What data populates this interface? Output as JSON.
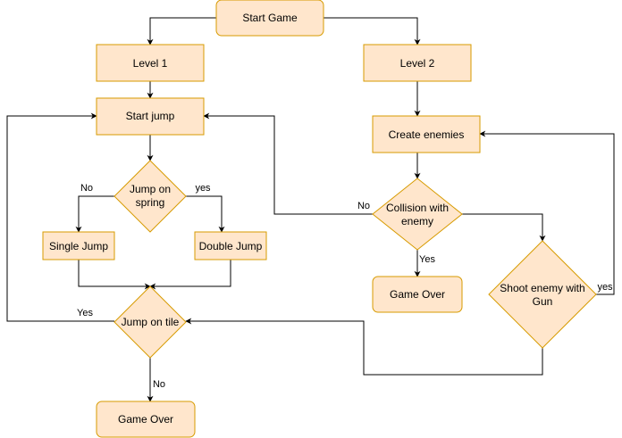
{
  "nodes": {
    "start_game": "Start Game",
    "level1": "Level 1",
    "level2": "Level 2",
    "start_jump": "Start jump",
    "create_enemies": "Create enemies",
    "jump_on_spring": [
      "Jump on",
      "spring"
    ],
    "collision": [
      "Collision with",
      "enemy"
    ],
    "single_jump": "Single Jump",
    "double_jump": "Double Jump",
    "game_over_right": "Game Over",
    "shoot_enemy": [
      "Shoot enemy with",
      "Gun"
    ],
    "jump_on_tile": "Jump on tile",
    "game_over_left": "Game Over"
  },
  "edge_labels": {
    "spring_no": "No",
    "spring_yes": "yes",
    "collision_no": "No",
    "collision_yes": "Yes",
    "tile_yes": "Yes",
    "tile_no": "No",
    "shoot_yes": "yes"
  },
  "colors": {
    "node_fill": "#ffe6cc",
    "node_stroke": "#d79b00",
    "edge": "#000000"
  }
}
